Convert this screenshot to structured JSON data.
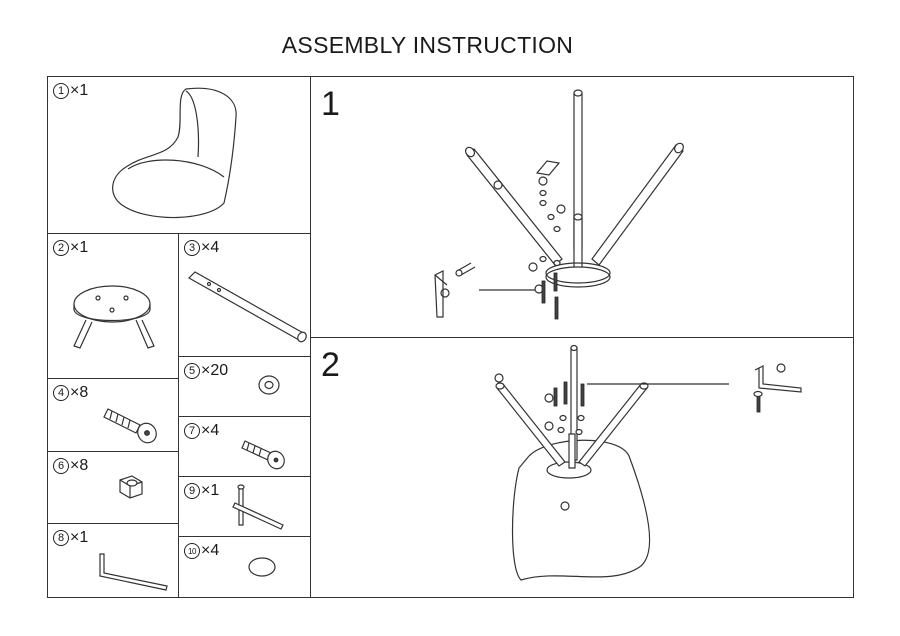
{
  "title": "ASSEMBLY INSTRUCTION",
  "parts": [
    {
      "num": "1",
      "qty": "×1",
      "icon": "chair-seat-icon"
    },
    {
      "num": "2",
      "qty": "×1",
      "icon": "base-plate-icon"
    },
    {
      "num": "3",
      "qty": "×4",
      "icon": "leg-rod-icon"
    },
    {
      "num": "4",
      "qty": "×8",
      "icon": "bolt-icon"
    },
    {
      "num": "5",
      "qty": "×20",
      "icon": "washer-icon"
    },
    {
      "num": "6",
      "qty": "×8",
      "icon": "nut-icon"
    },
    {
      "num": "7",
      "qty": "×4",
      "icon": "screw-icon"
    },
    {
      "num": "8",
      "qty": "×1",
      "icon": "allen-key-icon"
    },
    {
      "num": "9",
      "qty": "×1",
      "icon": "wrench-icon"
    },
    {
      "num": "10",
      "qty": "×4",
      "icon": "foot-cap-icon"
    }
  ],
  "steps": [
    {
      "number": "1"
    },
    {
      "number": "2"
    }
  ]
}
